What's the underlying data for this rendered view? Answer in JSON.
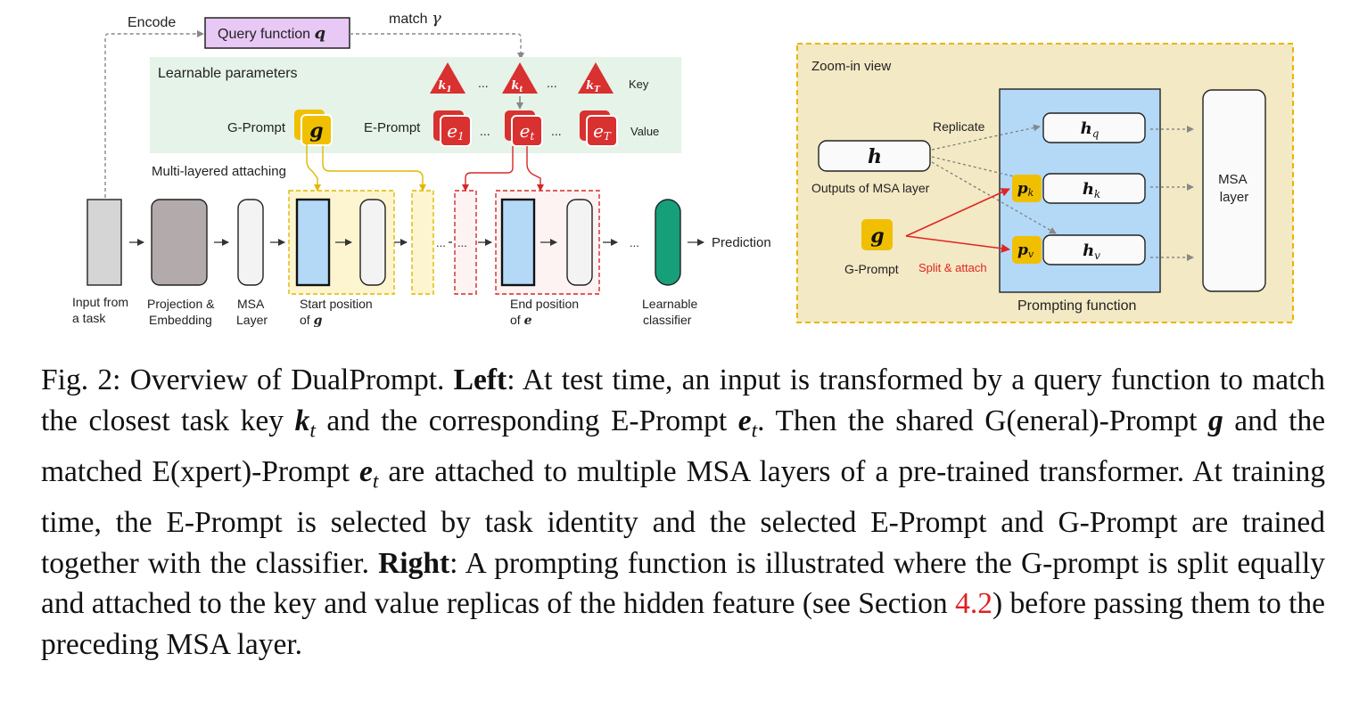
{
  "figure": {
    "encode_label": "Encode",
    "query_function": {
      "label": "Query function",
      "symbol": "q"
    },
    "match_label": "match",
    "match_symbol": "γ",
    "learnable_parameters": "Learnable parameters",
    "keys": [
      {
        "main": "k",
        "sub": "1"
      },
      {
        "main": "k",
        "sub": "t"
      },
      {
        "main": "k",
        "sub": "T"
      }
    ],
    "key_label": "Key",
    "value_label": "Value",
    "eprompts": [
      {
        "main": "e",
        "sub": "1"
      },
      {
        "main": "e",
        "sub": "t"
      },
      {
        "main": "e",
        "sub": "T"
      }
    ],
    "ellipsis": "...",
    "gprompt_label": "G-Prompt",
    "gprompt_symbol": "g",
    "eprompt_label": "E-Prompt",
    "multi_layer": "Multi-layered attaching",
    "prediction": "Prediction",
    "pipeline_labels": {
      "input": [
        "Input from",
        "a task"
      ],
      "projection": [
        "Projection &",
        "Embedding"
      ],
      "msa": [
        "MSA",
        "Layer"
      ],
      "start": [
        "Start position",
        "of"
      ],
      "start_symbol": "g",
      "end": [
        "End position",
        "of"
      ],
      "end_symbol": "e",
      "classifier": [
        "Learnable",
        "classifier"
      ]
    },
    "zoom": {
      "title": "Zoom-in view",
      "replicate": "Replicate",
      "h": "h",
      "outputs": "Outputs of MSA layer",
      "gprompt_symbol": "g",
      "gprompt_label": "G-Prompt",
      "split_attach": "Split & attach",
      "hq": {
        "main": "h",
        "sub": "q"
      },
      "hk": {
        "main": "h",
        "sub": "k"
      },
      "hv": {
        "main": "h",
        "sub": "v"
      },
      "pk": {
        "main": "p",
        "sub": "k"
      },
      "pv": {
        "main": "p",
        "sub": "v"
      },
      "prompting_function": "Prompting function",
      "msa": [
        "MSA",
        "layer"
      ]
    },
    "colors": {
      "green_panel": "#e5f3e8",
      "pink_key": "#d93030",
      "gold": "#f0c000",
      "query_fill": "#e8c8f4",
      "blue": "#b3d9f7",
      "zoom_fill": "#f3e9c4",
      "zoom_border": "#e6b800",
      "split_red": "#e02424",
      "classifier": "#15a07a"
    }
  },
  "caption": {
    "label": "Fig. 2:",
    "t1": "Overview of DualPrompt.",
    "left": "Left",
    "t2": ": At test time, an input is transformed by a query function to match the closest task key",
    "kt": "k",
    "kt_sub": "t",
    "t3": "and the corresponding E-Prompt",
    "et": "e",
    "et_sub": "t",
    "t4": ". Then the shared G(eneral)-Prompt",
    "g": "g",
    "t5": "and the matched E(xpert)-Prompt",
    "et2": "e",
    "et2_sub": "t",
    "t6": "are attached to multiple MSA layers of a pre-trained transformer. At training time, the E-Prompt is selected by task identity and the selected E-Prompt and G-Prompt are trained together with the classifier.",
    "right": "Right",
    "t7": ": A prompting function is illustrated where the G-prompt is split equally and attached to the key and value replicas of the hidden feature (see Section",
    "ref": "4.2",
    "t8": ") before passing them to the preceding MSA layer."
  }
}
